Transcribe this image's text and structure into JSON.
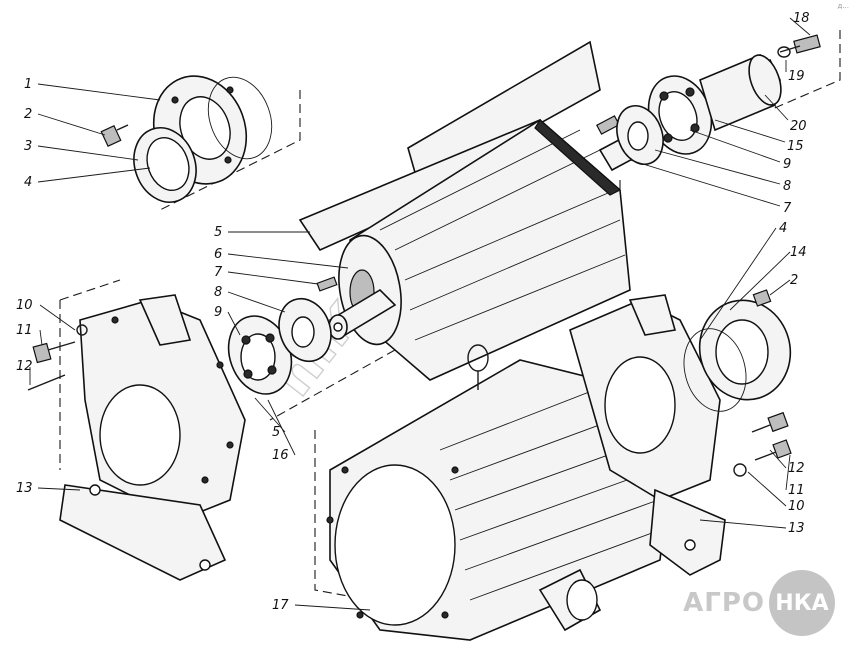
{
  "drawing": {
    "corner_note": "д...",
    "watermark": "nik.by",
    "logo": {
      "text": "АГРО",
      "circle_text": "НКА"
    },
    "labels": [
      {
        "id": "l1",
        "text": "1"
      },
      {
        "id": "l2",
        "text": "2"
      },
      {
        "id": "l3",
        "text": "3"
      },
      {
        "id": "l4",
        "text": "4"
      },
      {
        "id": "l5a",
        "text": "5"
      },
      {
        "id": "l6",
        "text": "6"
      },
      {
        "id": "l7a",
        "text": "7"
      },
      {
        "id": "l8a",
        "text": "8"
      },
      {
        "id": "l9a",
        "text": "9"
      },
      {
        "id": "l10a",
        "text": "10"
      },
      {
        "id": "l11a",
        "text": "11"
      },
      {
        "id": "l12a",
        "text": "12"
      },
      {
        "id": "l13a",
        "text": "13"
      },
      {
        "id": "l5b",
        "text": "5"
      },
      {
        "id": "l16",
        "text": "16"
      },
      {
        "id": "l17",
        "text": "17"
      },
      {
        "id": "l18",
        "text": "18"
      },
      {
        "id": "l19",
        "text": "19"
      },
      {
        "id": "l20",
        "text": "20"
      },
      {
        "id": "l15",
        "text": "15"
      },
      {
        "id": "l9b",
        "text": "9"
      },
      {
        "id": "l8b",
        "text": "8"
      },
      {
        "id": "l7b",
        "text": "7"
      },
      {
        "id": "l4b",
        "text": "4"
      },
      {
        "id": "l14",
        "text": "14"
      },
      {
        "id": "l2b",
        "text": "2"
      },
      {
        "id": "l12b",
        "text": "12"
      },
      {
        "id": "l11b",
        "text": "11"
      },
      {
        "id": "l10b",
        "text": "10"
      },
      {
        "id": "l13b",
        "text": "13"
      }
    ]
  }
}
